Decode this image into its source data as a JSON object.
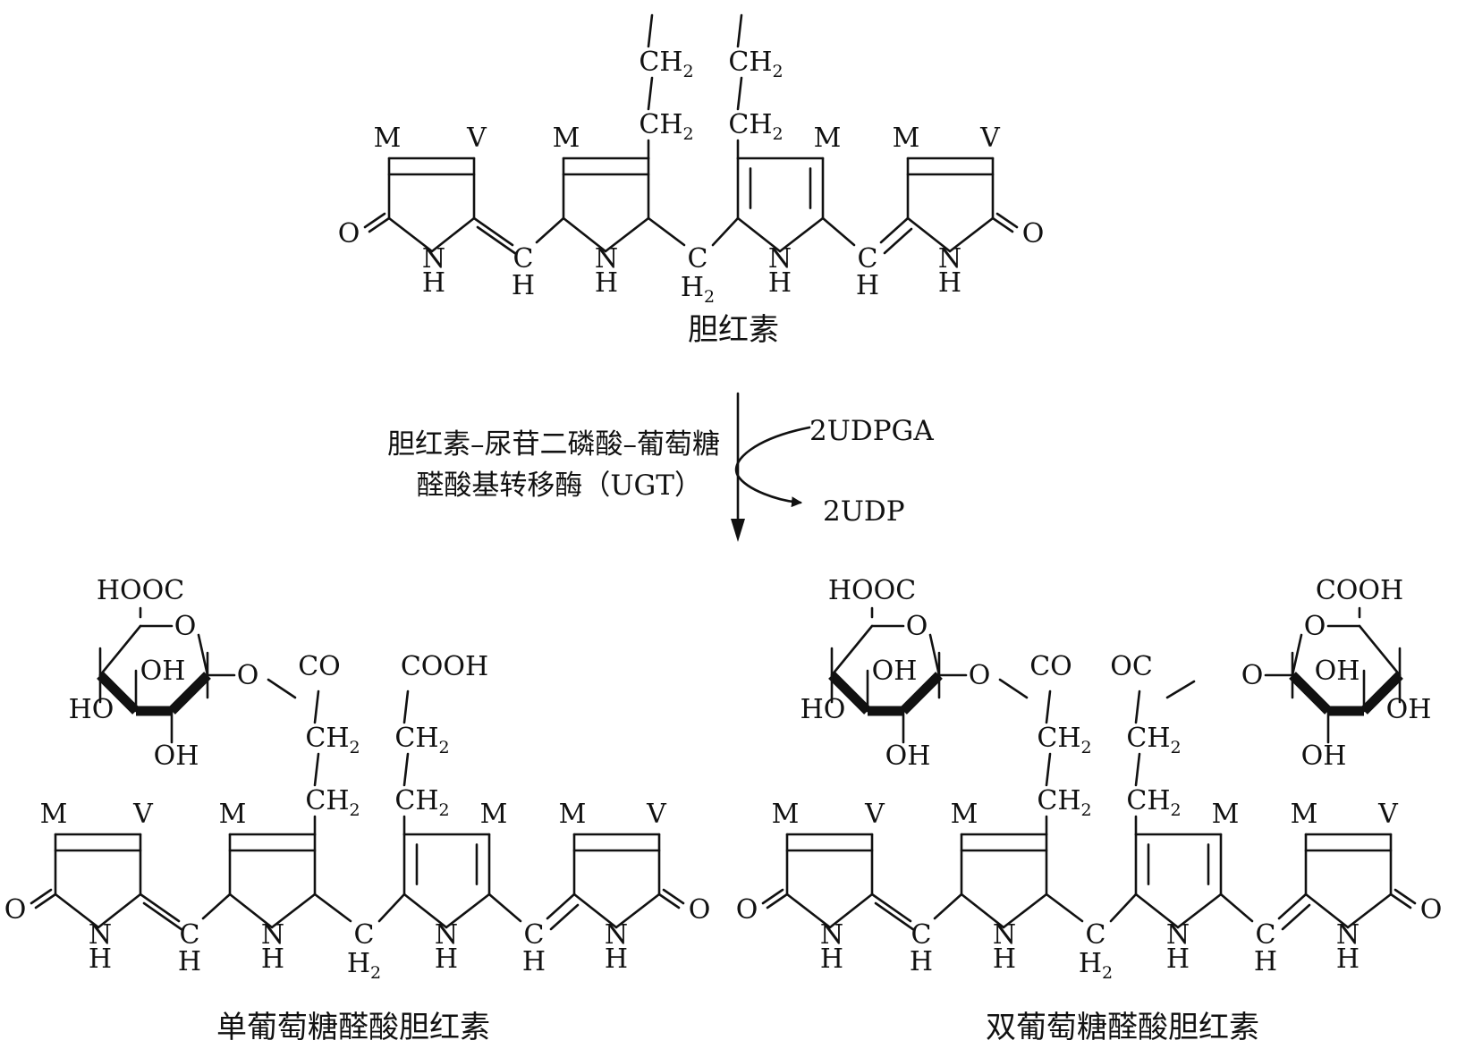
{
  "structures": {
    "bilirubin": {
      "name": "胆红素"
    },
    "mono": {
      "name": "单葡萄糖醛酸胆红素"
    },
    "di": {
      "name": "双葡萄糖醛酸胆红素"
    }
  },
  "reaction": {
    "enzyme_line1": "胆红素–尿苷二磷酸–葡萄糖",
    "enzyme_line2": "醛酸基转移酶（UGT）",
    "reagent_in": "2UDPGA",
    "reagent_out": "2UDP"
  },
  "labels": {
    "M": "M",
    "V": "V",
    "O": "O",
    "N": "N",
    "H": "H",
    "C": "C",
    "OH": "OH",
    "HO": "HO",
    "COOH": "COOH",
    "HOOC": "HOOC",
    "CO": "CO",
    "OC": "OC",
    "CH": "CH",
    "sub2": "2"
  }
}
